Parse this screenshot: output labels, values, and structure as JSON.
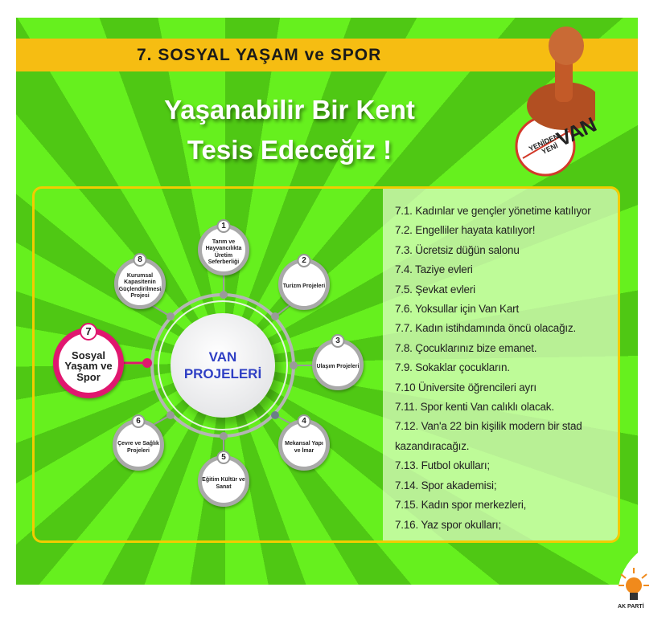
{
  "banner": {
    "title": "7. SOSYAL YAŞAM ve SPOR"
  },
  "headline": {
    "line1": "Yaşanabilir Bir Kent",
    "line2": "Tesis Edeceğiz !"
  },
  "stamp": {
    "seal_small": "YENİDEN YENİ",
    "seal_big": "VAN"
  },
  "diagram": {
    "center": {
      "line1": "VAN",
      "line2": "PROJELERİ"
    },
    "nodes": [
      {
        "num": "1",
        "label": "Tarım ve Hayvancılıkta Üretim Seferberliği"
      },
      {
        "num": "2",
        "label": "Turizm Projeleri"
      },
      {
        "num": "3",
        "label": "Ulaşım Projeleri"
      },
      {
        "num": "4",
        "label": "Mekansal Yapı ve İmar"
      },
      {
        "num": "5",
        "label": "Eğitim Kültür ve Sanat"
      },
      {
        "num": "6",
        "label": "Çevre ve Sağlık Projeleri"
      },
      {
        "num": "7",
        "label": "Sosyal Yaşam ve Spor"
      },
      {
        "num": "8",
        "label": "Kurumsal Kapasitenin Güçlendirilmesi Projesi"
      }
    ],
    "highlight_color": "#e0176f"
  },
  "list": [
    "7.1. Kadınlar ve gençler yönetime katılıyor",
    "7.2. Engelliler hayata katılıyor!",
    "7.3. Ücretsiz düğün salonu",
    "7.4. Taziye evleri",
    "7.5. Şevkat evleri",
    "7.6. Yoksullar için Van Kart",
    "7.7. Kadın istihdamında öncü olacağız.",
    "7.8. Çocuklarınız bize emanet.",
    "7.9. Sokaklar çocukların.",
    "7.10 Üniversite öğrencileri ayrı",
    "7.11. Spor kenti Van calıklı olacak.",
    "7.12. Van'a 22 bin kişilik modern bir stad",
    "kazandıracağız.",
    "7.13. Futbol okulları;",
    "7.14. Spor akademisi;",
    "7.15. Kadın spor merkezleri,",
    "7.16. Yaz spor okulları;"
  ],
  "logo": {
    "text": "AK PARTİ"
  }
}
